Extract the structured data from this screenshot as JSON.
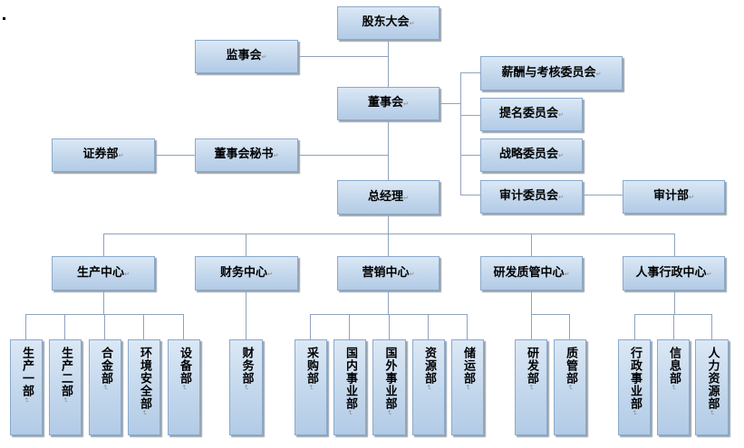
{
  "nodes": {
    "shareholders_meeting": "股东大会",
    "supervisory_board": "监事会",
    "board_of_directors": "董事会",
    "remuneration_committee": "薪酬与考核委员会",
    "nomination_committee": "提名委员会",
    "strategy_committee": "战略委员会",
    "audit_committee": "审计委员会",
    "audit_department": "审计部",
    "securities_department": "证券部",
    "board_secretary": "董事会秘书",
    "general_manager": "总经理",
    "production_center": "生产中心",
    "finance_center": "财务中心",
    "marketing_center": "营销中心",
    "rd_quality_center": "研发质管中心",
    "hr_admin_center": "人事行政中心",
    "production_dept_1": "生产一部",
    "production_dept_2": "生产二部",
    "alloy_dept": "合金部",
    "env_safety_dept": "环境安全部",
    "equipment_dept": "设备部",
    "finance_dept": "财务部",
    "procurement_dept": "采购部",
    "domestic_business_dept": "国内事业部",
    "foreign_business_dept": "国外事业部",
    "resources_dept": "资源部",
    "storage_transport_dept": "储运部",
    "rd_dept": "研发部",
    "quality_dept": "质管部",
    "admin_business_dept": "行政事业部",
    "information_dept": "信息部",
    "hr_resources_dept": "人力资源部"
  }
}
